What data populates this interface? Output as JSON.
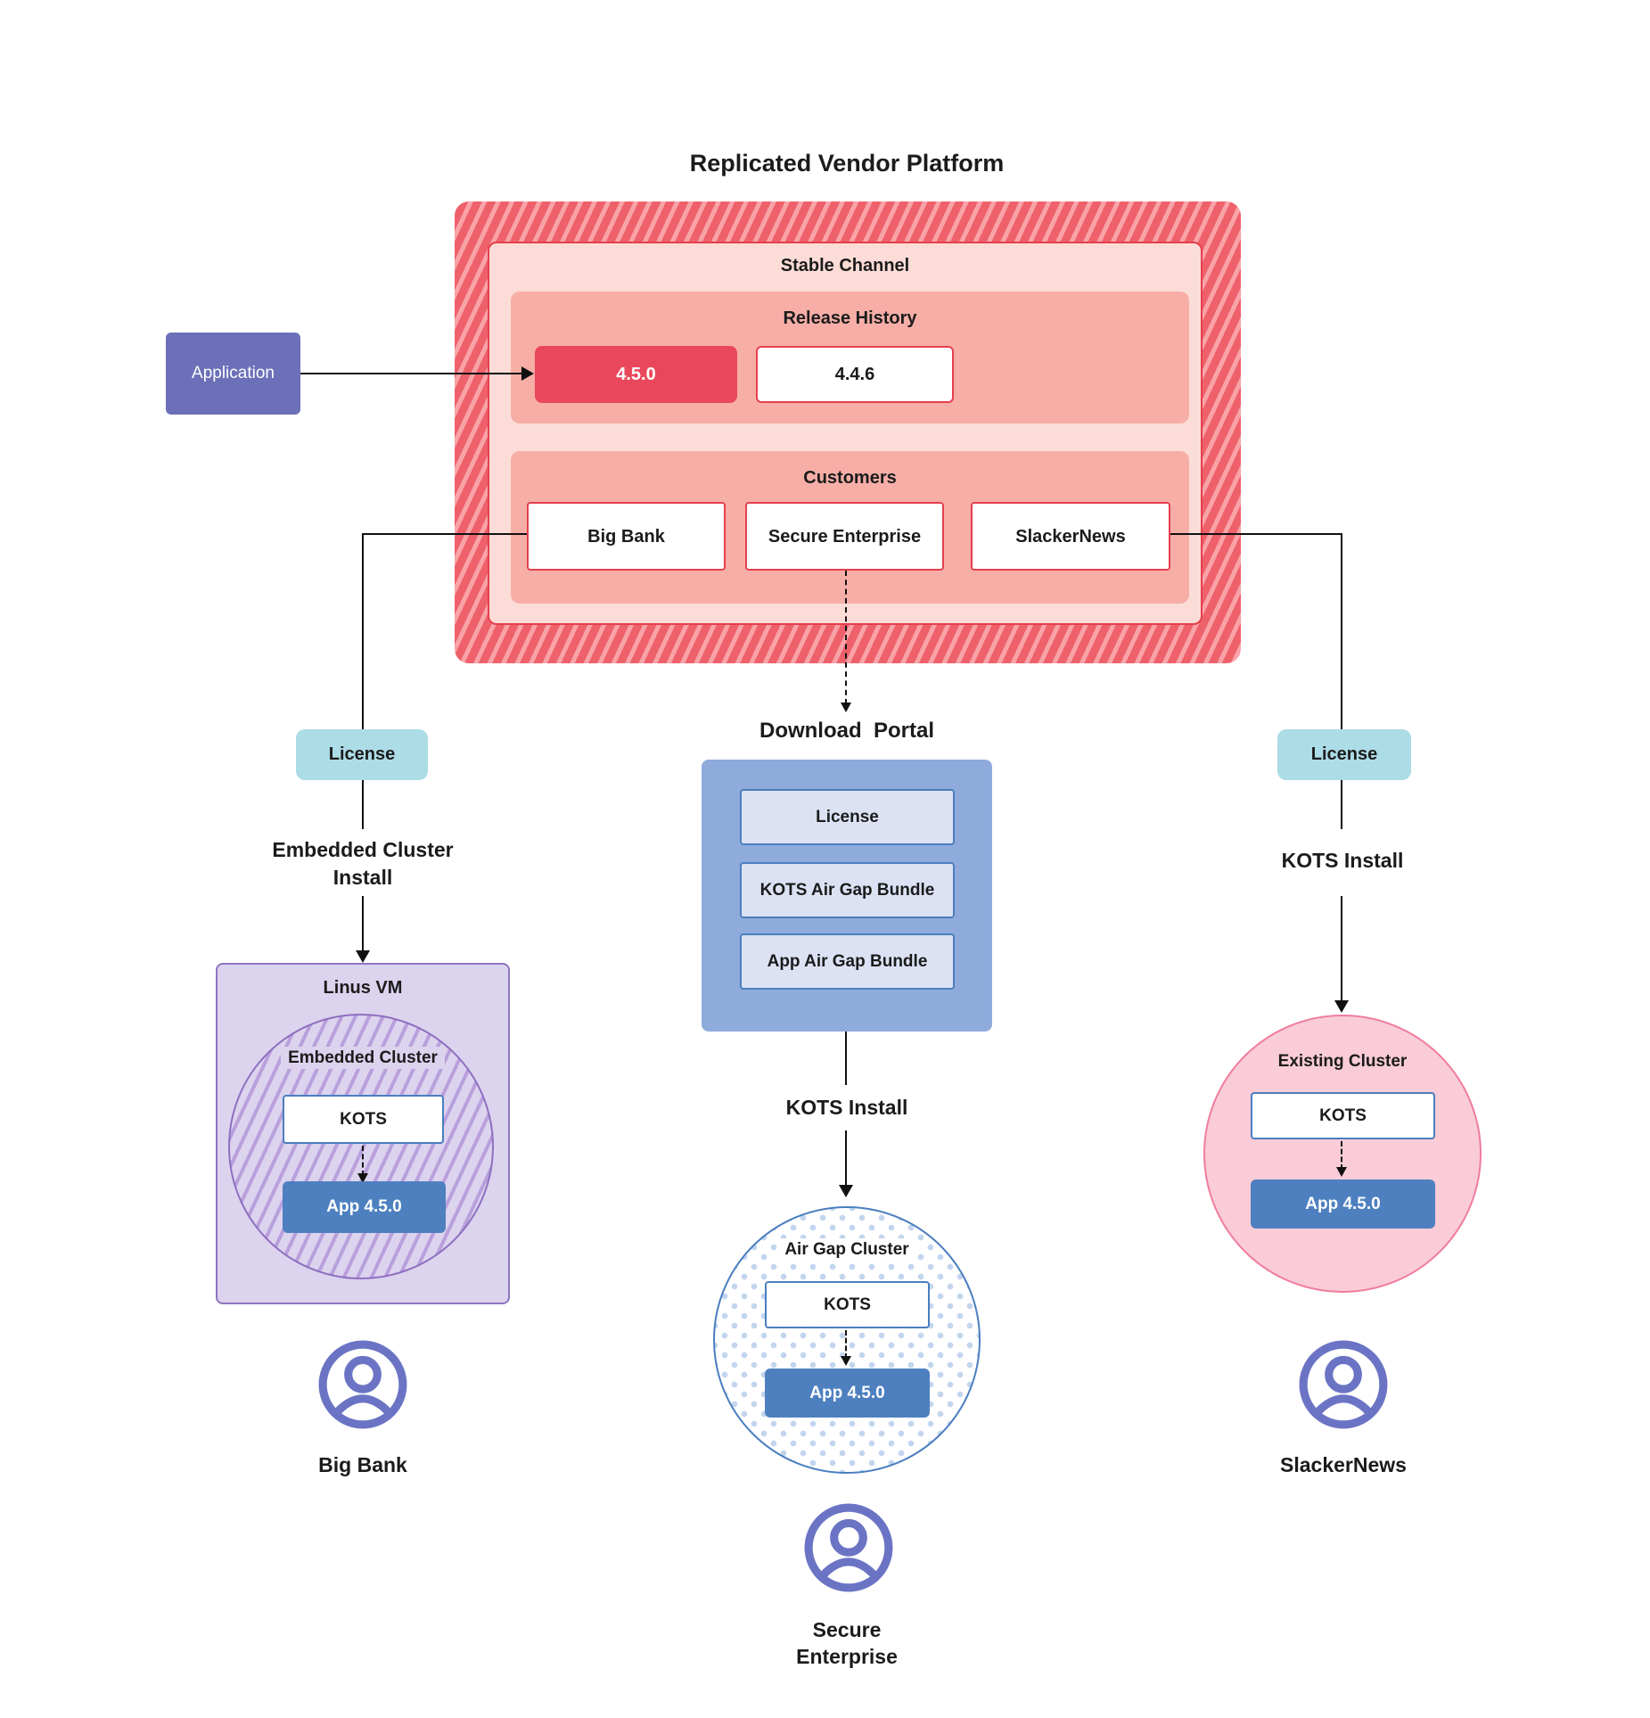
{
  "title": "Replicated Vendor Platform",
  "application": {
    "label": "Application"
  },
  "platform": {
    "stable_channel_label": "Stable Channel",
    "release_history": {
      "label": "Release History",
      "releases": [
        {
          "version": "4.5.0",
          "highlighted": true
        },
        {
          "version": "4.4.6",
          "highlighted": false
        }
      ]
    },
    "customers": {
      "label": "Customers",
      "items": [
        "Big Bank",
        "Secure Enterprise",
        "SlackerNews"
      ]
    }
  },
  "left_branch": {
    "license_label": "License",
    "install_label": "Embedded Cluster Install",
    "vm_label": "Linus VM",
    "cluster_label": "Embedded Cluster",
    "kots_label": "KOTS",
    "app_label": "App 4.5.0",
    "customer_label": "Big Bank"
  },
  "middle_branch": {
    "portal_label": "Download  Portal",
    "portal_items": [
      "License",
      "KOTS Air Gap Bundle",
      "App Air Gap Bundle"
    ],
    "install_label": "KOTS Install",
    "cluster_label": "Air Gap Cluster",
    "kots_label": "KOTS",
    "app_label": "App 4.5.0",
    "customer_label": "Secure Enterprise"
  },
  "right_branch": {
    "license_label": "License",
    "install_label": "KOTS Install",
    "cluster_label": "Existing Cluster",
    "kots_label": "KOTS",
    "app_label": "App 4.5.0",
    "customer_label": "SlackerNews"
  },
  "colors": {
    "hatch_red_base": "#EE616B",
    "hatch_red_stripe": "#F9A3A8",
    "stable_fill": "#FCDCD7",
    "red_border": "#E4404E",
    "salmon_fill": "#F6AEA7",
    "release_highlight": "#E9485C",
    "application_fill": "#6C70B8",
    "license_fill": "#ACDCE6",
    "portal_fill": "#8FABDB",
    "portal_item_fill": "#DCE2F4",
    "blue_border": "#4A7EC0",
    "app_fill": "#4E80C0",
    "vm_fill": "#DCD3EE",
    "vm_border": "#8E76BE",
    "purple_hatch": "#B9A0DC",
    "pink_circle_fill": "#F9CCD7",
    "pink_circle_border": "#F07C9E",
    "dot_blue": "#C3D5EE",
    "user_icon": "#6B74C4",
    "line": "#111111"
  }
}
